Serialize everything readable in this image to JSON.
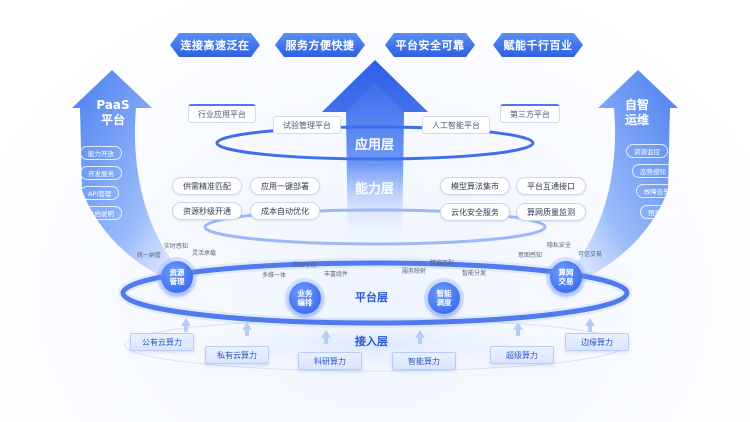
{
  "top_goals": [
    "连接高速泛在",
    "服务方便快捷",
    "平台安全可靠",
    "赋能千行百业"
  ],
  "left_arrow": {
    "title_line1": "PaaS",
    "title_line2": "平台",
    "items": [
      "能力开放",
      "开发服务",
      "API管理",
      "文档说明"
    ]
  },
  "right_arrow": {
    "title_line1": "自智",
    "title_line2": "运维",
    "items": [
      "资源监控",
      "态势感知",
      "故障告警",
      "预测性维护"
    ]
  },
  "application_layer": {
    "label": "应用层",
    "tags": [
      "行业应用平台",
      "试验管理平台",
      "人工智能平台",
      "第三方平台"
    ]
  },
  "capability_layer": {
    "label": "能力层",
    "left_items": [
      "供需精准匹配",
      "应用一键部署",
      "资源秒级开通",
      "成本自动优化"
    ],
    "right_items": [
      "模型算法集市",
      "平台互通接口",
      "云化安全服务",
      "算网质量监测"
    ]
  },
  "platform_layer": {
    "label": "平台层",
    "nodes": [
      {
        "label": "资源管理",
        "subs": [
          "统一纳管",
          "实时感知",
          "灵活承载"
        ]
      },
      {
        "label": "业务编排",
        "subs": [
          "多维一体",
          "界面可视",
          "丰富组件"
        ]
      },
      {
        "label": "智能调度",
        "subs": [
          "服务映射",
          "精准匹配",
          "智能分发"
        ]
      },
      {
        "label": "算网交易",
        "subs": [
          "意图感知",
          "隐私安全",
          "可信交易"
        ]
      }
    ]
  },
  "access_layer": {
    "label": "接入层",
    "items": [
      "公有云算力",
      "私有云算力",
      "科研算力",
      "智能算力",
      "超级算力",
      "边缘算力"
    ]
  },
  "colors": {
    "primary": "#2c5fe6",
    "light": "#dfe9ff",
    "text": "#2a56d6"
  }
}
